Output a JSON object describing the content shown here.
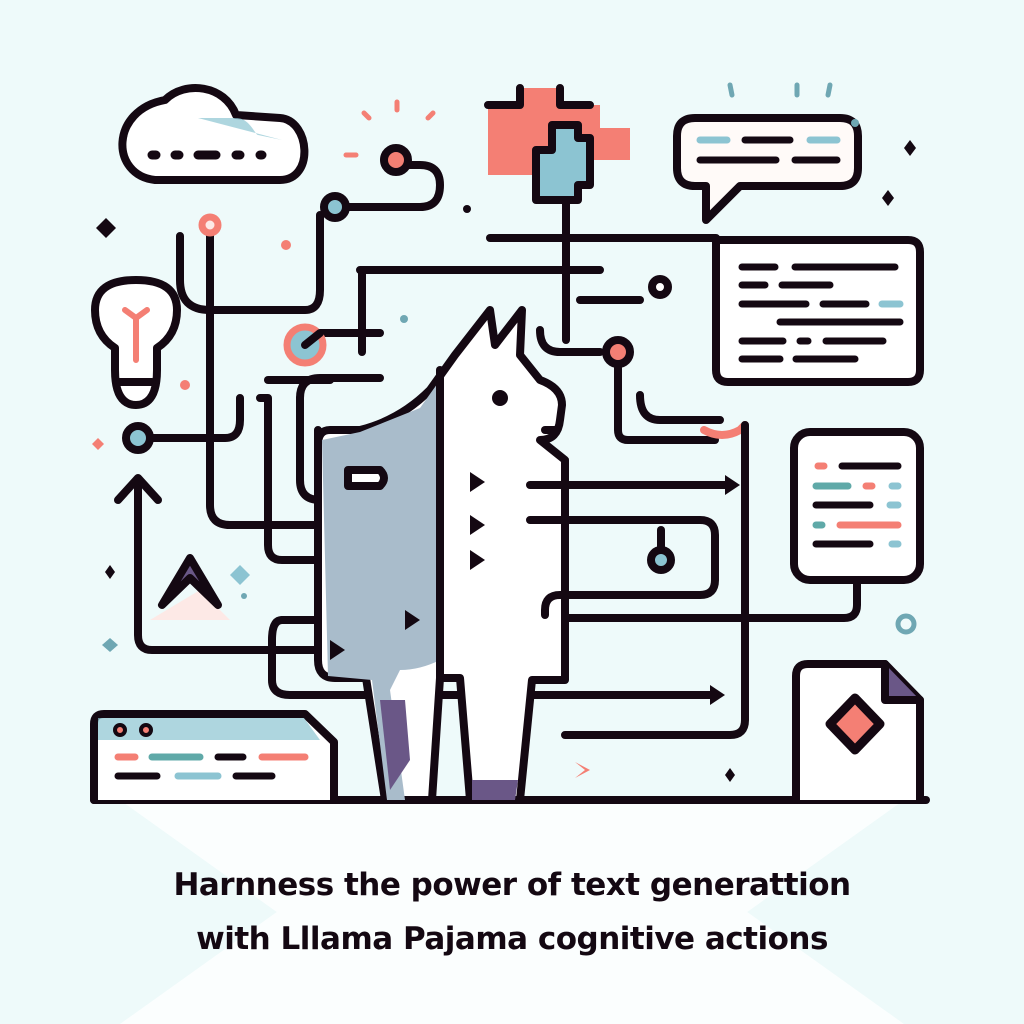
{
  "caption": {
    "line1": "Harnness  the  power  of  text  generattion",
    "line2": "with Lllama Pajama  cognitive  actions"
  },
  "colors": {
    "background": "#eefafa",
    "stroke": "#140812",
    "coral": "#f47f74",
    "teal": "#8cc4d2",
    "slate": "#a9bccb",
    "purple": "#6a5787",
    "white": "#ffffff"
  },
  "illustration": {
    "subject": "llama",
    "elements": [
      "cloud-icon",
      "puzzle-icon",
      "speech-bubble-icon",
      "document-icon",
      "text-panel-icon",
      "lightbulb-icon",
      "mountain-icon",
      "browser-window-icon",
      "file-diamond-icon",
      "connector-lines",
      "arrows",
      "sparkles"
    ]
  }
}
